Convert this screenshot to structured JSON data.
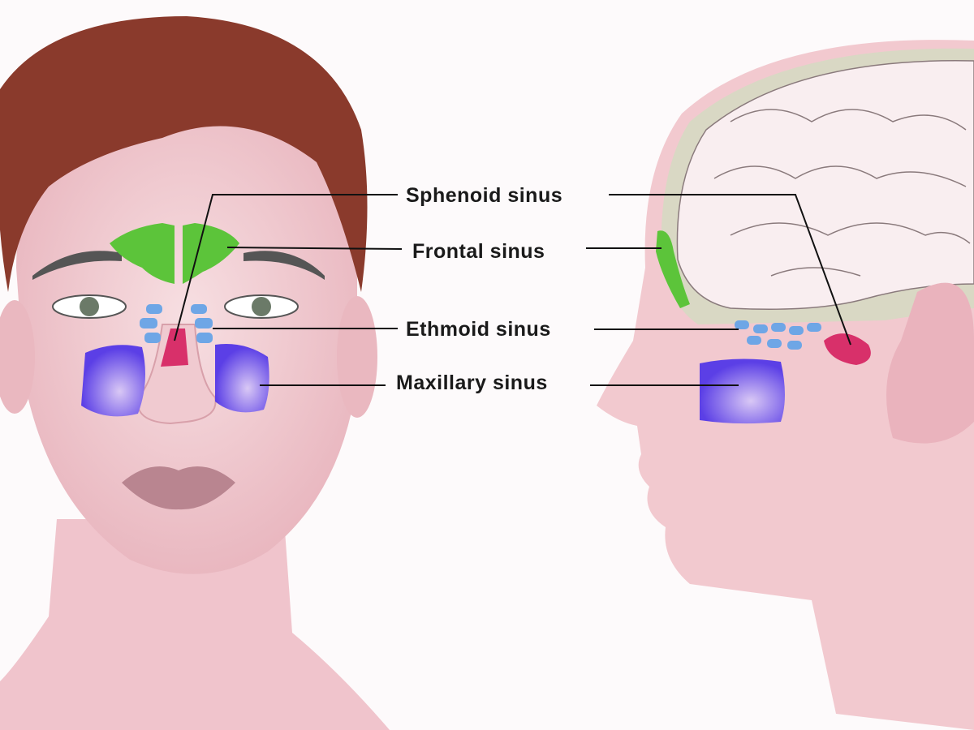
{
  "labels": {
    "sphenoid": "Sphenoid sinus",
    "frontal": "Frontal sinus",
    "ethmoid": "Ethmoid sinus",
    "maxillary": "Maxillary sinus"
  },
  "colors": {
    "skin": "#f2c9cf",
    "hair": "#8a3a2c",
    "frontal_sinus": "#5cc43a",
    "ethmoid_sinus": "#6ea6e6",
    "maxillary_sinus": "#6a4ee8",
    "sphenoid_sinus": "#d8306a",
    "brain": "#f9eef0"
  }
}
